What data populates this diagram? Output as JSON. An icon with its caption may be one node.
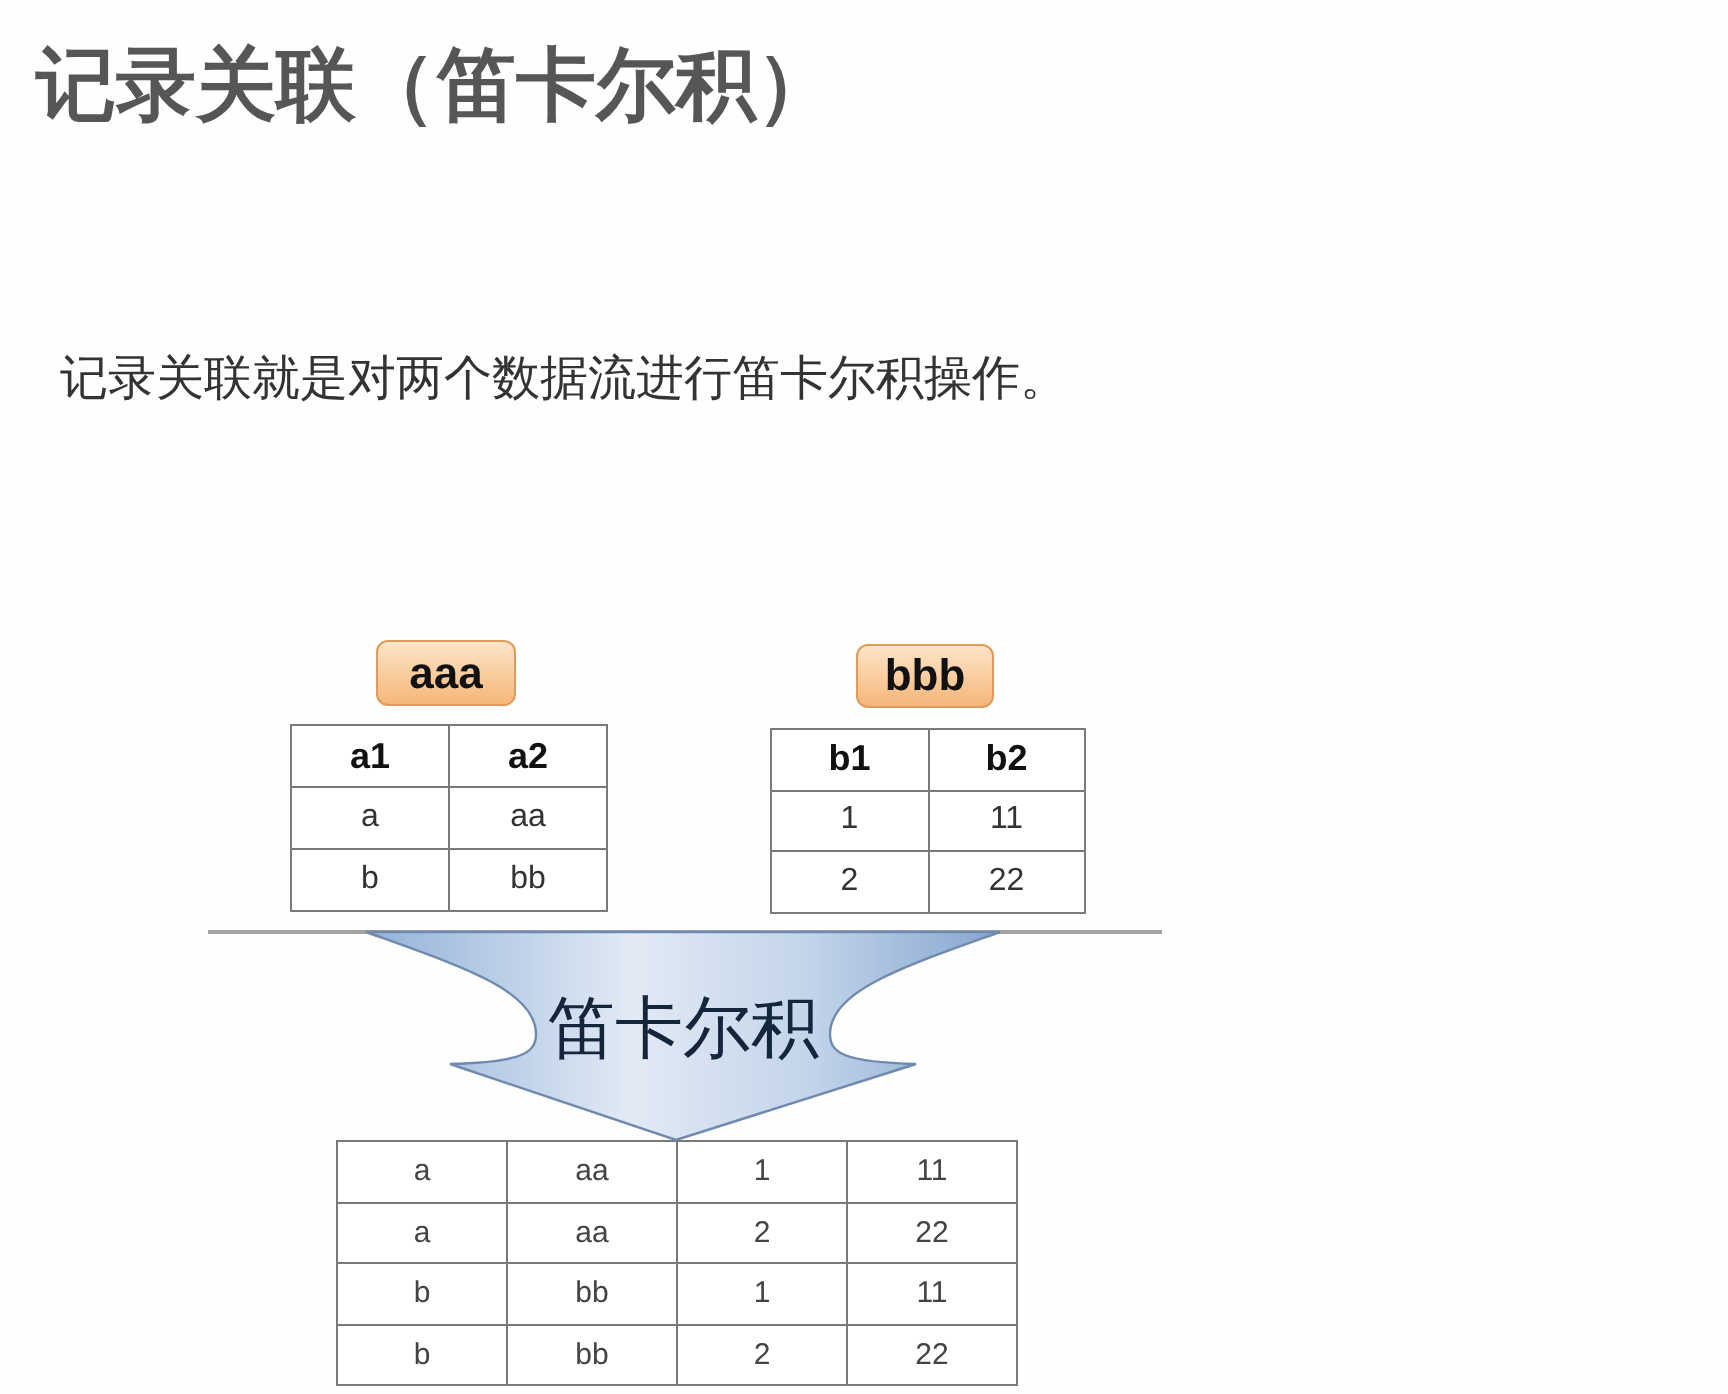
{
  "diagram": {
    "title": "记录关联（笛卡尔积）",
    "nodes": [
      {
        "text": [
          "aaa"
        ]
      },
      {
        "text": [
          "bbb"
        ]
      },
      {
        "text": [
          "a1",
          "a2",
          "a",
          "aa",
          "b",
          "bb"
        ]
      },
      {
        "text": [
          "b1",
          "b2",
          "1",
          "11",
          "2",
          "22"
        ]
      },
      {
        "text": [
          "a",
          "aa",
          "1",
          "11",
          "a",
          "aa",
          "2",
          "22",
          "b",
          "bb",
          "1",
          "11",
          "b",
          "bb",
          "2",
          "22"
        ]
      }
    ],
    "edges": [
      {
        "from": 2,
        "to": 4,
        "arrow": "to",
        "label": "笛卡尔积"
      },
      {
        "from": 3,
        "to": 4,
        "arrow": "to"
      }
    ],
    "labels": [
      "记录关联就是对两个数据流进行笛卡尔积操作。"
    ]
  }
}
